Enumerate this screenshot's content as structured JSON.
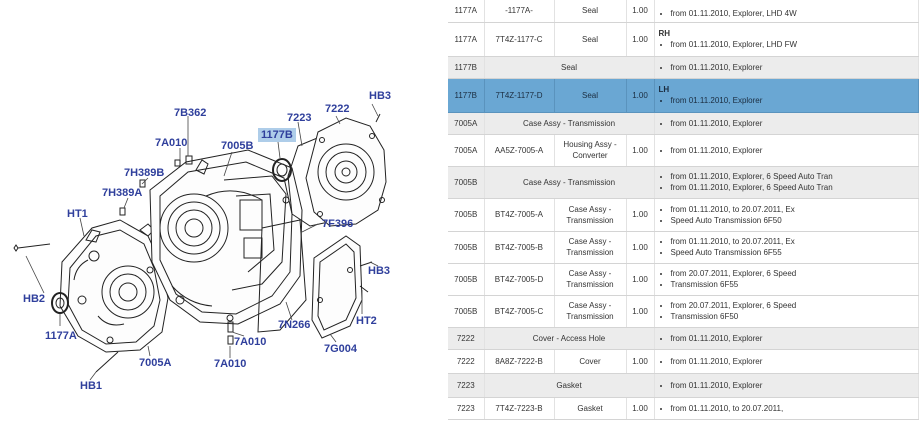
{
  "diagram": {
    "callouts": [
      {
        "id": "hb3-top",
        "label": "HB3"
      },
      {
        "id": "7222",
        "label": "7222"
      },
      {
        "id": "7b362",
        "label": "7B362"
      },
      {
        "id": "7223",
        "label": "7223"
      },
      {
        "id": "1177b",
        "label": "1177B",
        "highlight": true
      },
      {
        "id": "7a010-top",
        "label": "7A010"
      },
      {
        "id": "7005b",
        "label": "7005B"
      },
      {
        "id": "7h389b",
        "label": "7H389B"
      },
      {
        "id": "7h389a",
        "label": "7H389A"
      },
      {
        "id": "ht1",
        "label": "HT1"
      },
      {
        "id": "7f396",
        "label": "7F396"
      },
      {
        "id": "hb3-right",
        "label": "HB3"
      },
      {
        "id": "hb2",
        "label": "HB2"
      },
      {
        "id": "ht2",
        "label": "HT2"
      },
      {
        "id": "1177a",
        "label": "1177A"
      },
      {
        "id": "7n266",
        "label": "7N266"
      },
      {
        "id": "7a010-mid",
        "label": "7A010"
      },
      {
        "id": "7g004",
        "label": "7G004"
      },
      {
        "id": "7005a",
        "label": "7005A"
      },
      {
        "id": "7a010-bottom",
        "label": "7A010"
      },
      {
        "id": "hb1",
        "label": "HB1"
      }
    ]
  },
  "parts_table": {
    "rows": [
      {
        "type": "part",
        "ref": "1177A",
        "part_no": "-1177A-",
        "desc": "Seal",
        "qty": "1.00",
        "note": "",
        "remarks": [
          "from 01.11.2010, Explorer, LHD 4W"
        ],
        "partial_top": true
      },
      {
        "type": "part",
        "ref": "1177A",
        "part_no": "7T4Z-1177-C",
        "desc": "Seal",
        "qty": "1.00",
        "note": "RH",
        "remarks": [
          "from 01.11.2010, Explorer, LHD FW"
        ]
      },
      {
        "type": "group",
        "ref": "1177B",
        "desc": "Seal",
        "remarks": [
          "from 01.11.2010, Explorer"
        ]
      },
      {
        "type": "part",
        "ref": "1177B",
        "part_no": "7T4Z-1177-D",
        "desc": "Seal",
        "qty": "1.00",
        "note": "LH",
        "remarks": [
          "from 01.11.2010, Explorer"
        ],
        "selected": true
      },
      {
        "type": "group",
        "ref": "7005A",
        "desc": "Case Assy - Transmission",
        "remarks": [
          "from 01.11.2010, Explorer"
        ]
      },
      {
        "type": "part",
        "ref": "7005A",
        "part_no": "AA5Z-7005-A",
        "desc": "Housing Assy - Converter",
        "qty": "1.00",
        "note": "",
        "remarks": [
          "from 01.11.2010, Explorer"
        ]
      },
      {
        "type": "group",
        "ref": "7005B",
        "desc": "Case Assy - Transmission",
        "remarks": [
          "from 01.11.2010, Explorer, 6 Speed Auto Tran",
          "from 01.11.2010, Explorer, 6 Speed Auto Tran"
        ]
      },
      {
        "type": "part",
        "ref": "7005B",
        "part_no": "BT4Z-7005-A",
        "desc": "Case Assy - Transmission",
        "qty": "1.00",
        "note": "",
        "remarks": [
          "from 01.11.2010, to 20.07.2011, Ex",
          "Speed Auto Transmission 6F50"
        ]
      },
      {
        "type": "part",
        "ref": "7005B",
        "part_no": "BT4Z-7005-B",
        "desc": "Case Assy - Transmission",
        "qty": "1.00",
        "note": "",
        "remarks": [
          "from 01.11.2010, to 20.07.2011, Ex",
          "Speed Auto Transmission 6F55"
        ]
      },
      {
        "type": "part",
        "ref": "7005B",
        "part_no": "BT4Z-7005-D",
        "desc": "Case Assy - Transmission",
        "qty": "1.00",
        "note": "",
        "remarks": [
          "from 20.07.2011, Explorer, 6 Speed",
          "Transmission 6F55"
        ]
      },
      {
        "type": "part",
        "ref": "7005B",
        "part_no": "BT4Z-7005-C",
        "desc": "Case Assy - Transmission",
        "qty": "1.00",
        "note": "",
        "remarks": [
          "from 20.07.2011, Explorer, 6 Speed",
          "Transmission 6F50"
        ]
      },
      {
        "type": "group",
        "ref": "7222",
        "desc": "Cover - Access Hole",
        "remarks": [
          "from 01.11.2010, Explorer"
        ]
      },
      {
        "type": "part",
        "ref": "7222",
        "part_no": "8A8Z-7222-B",
        "desc": "Cover",
        "qty": "1.00",
        "note": "",
        "remarks": [
          "from 01.11.2010, Explorer"
        ]
      },
      {
        "type": "group",
        "ref": "7223",
        "desc": "Gasket",
        "remarks": [
          "from 01.11.2010, Explorer"
        ]
      },
      {
        "type": "part",
        "ref": "7223",
        "part_no": "7T4Z-7223-B",
        "desc": "Gasket",
        "qty": "1.00",
        "note": "",
        "remarks": [
          "from 01.11.2010, to 20.07.2011,"
        ]
      }
    ]
  }
}
